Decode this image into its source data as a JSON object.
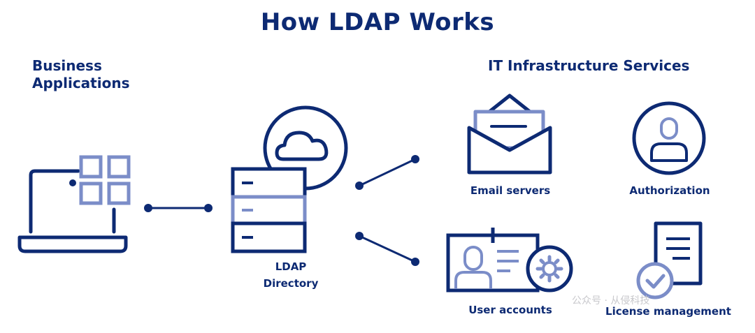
{
  "title": "How LDAP Works",
  "left_heading": "Business\nApplications",
  "right_heading": "IT Infrastructure Services",
  "center": {
    "label": "LDAP\nDirectory"
  },
  "services": {
    "email": "Email servers",
    "authorization": "Authorization",
    "user_accounts": "User accounts",
    "license": "License management"
  },
  "watermark": "公众号 · 从侵科技",
  "colors": {
    "navy": "#0d2a73",
    "accent": "#7b8dc8",
    "background": "#ffffff"
  },
  "icons": [
    "laptop-icon",
    "app-grid-icon",
    "server-stack-icon",
    "cloud-icon",
    "envelope-icon",
    "user-circle-icon",
    "id-card-icon",
    "gear-icon",
    "document-icon",
    "check-badge-icon"
  ]
}
